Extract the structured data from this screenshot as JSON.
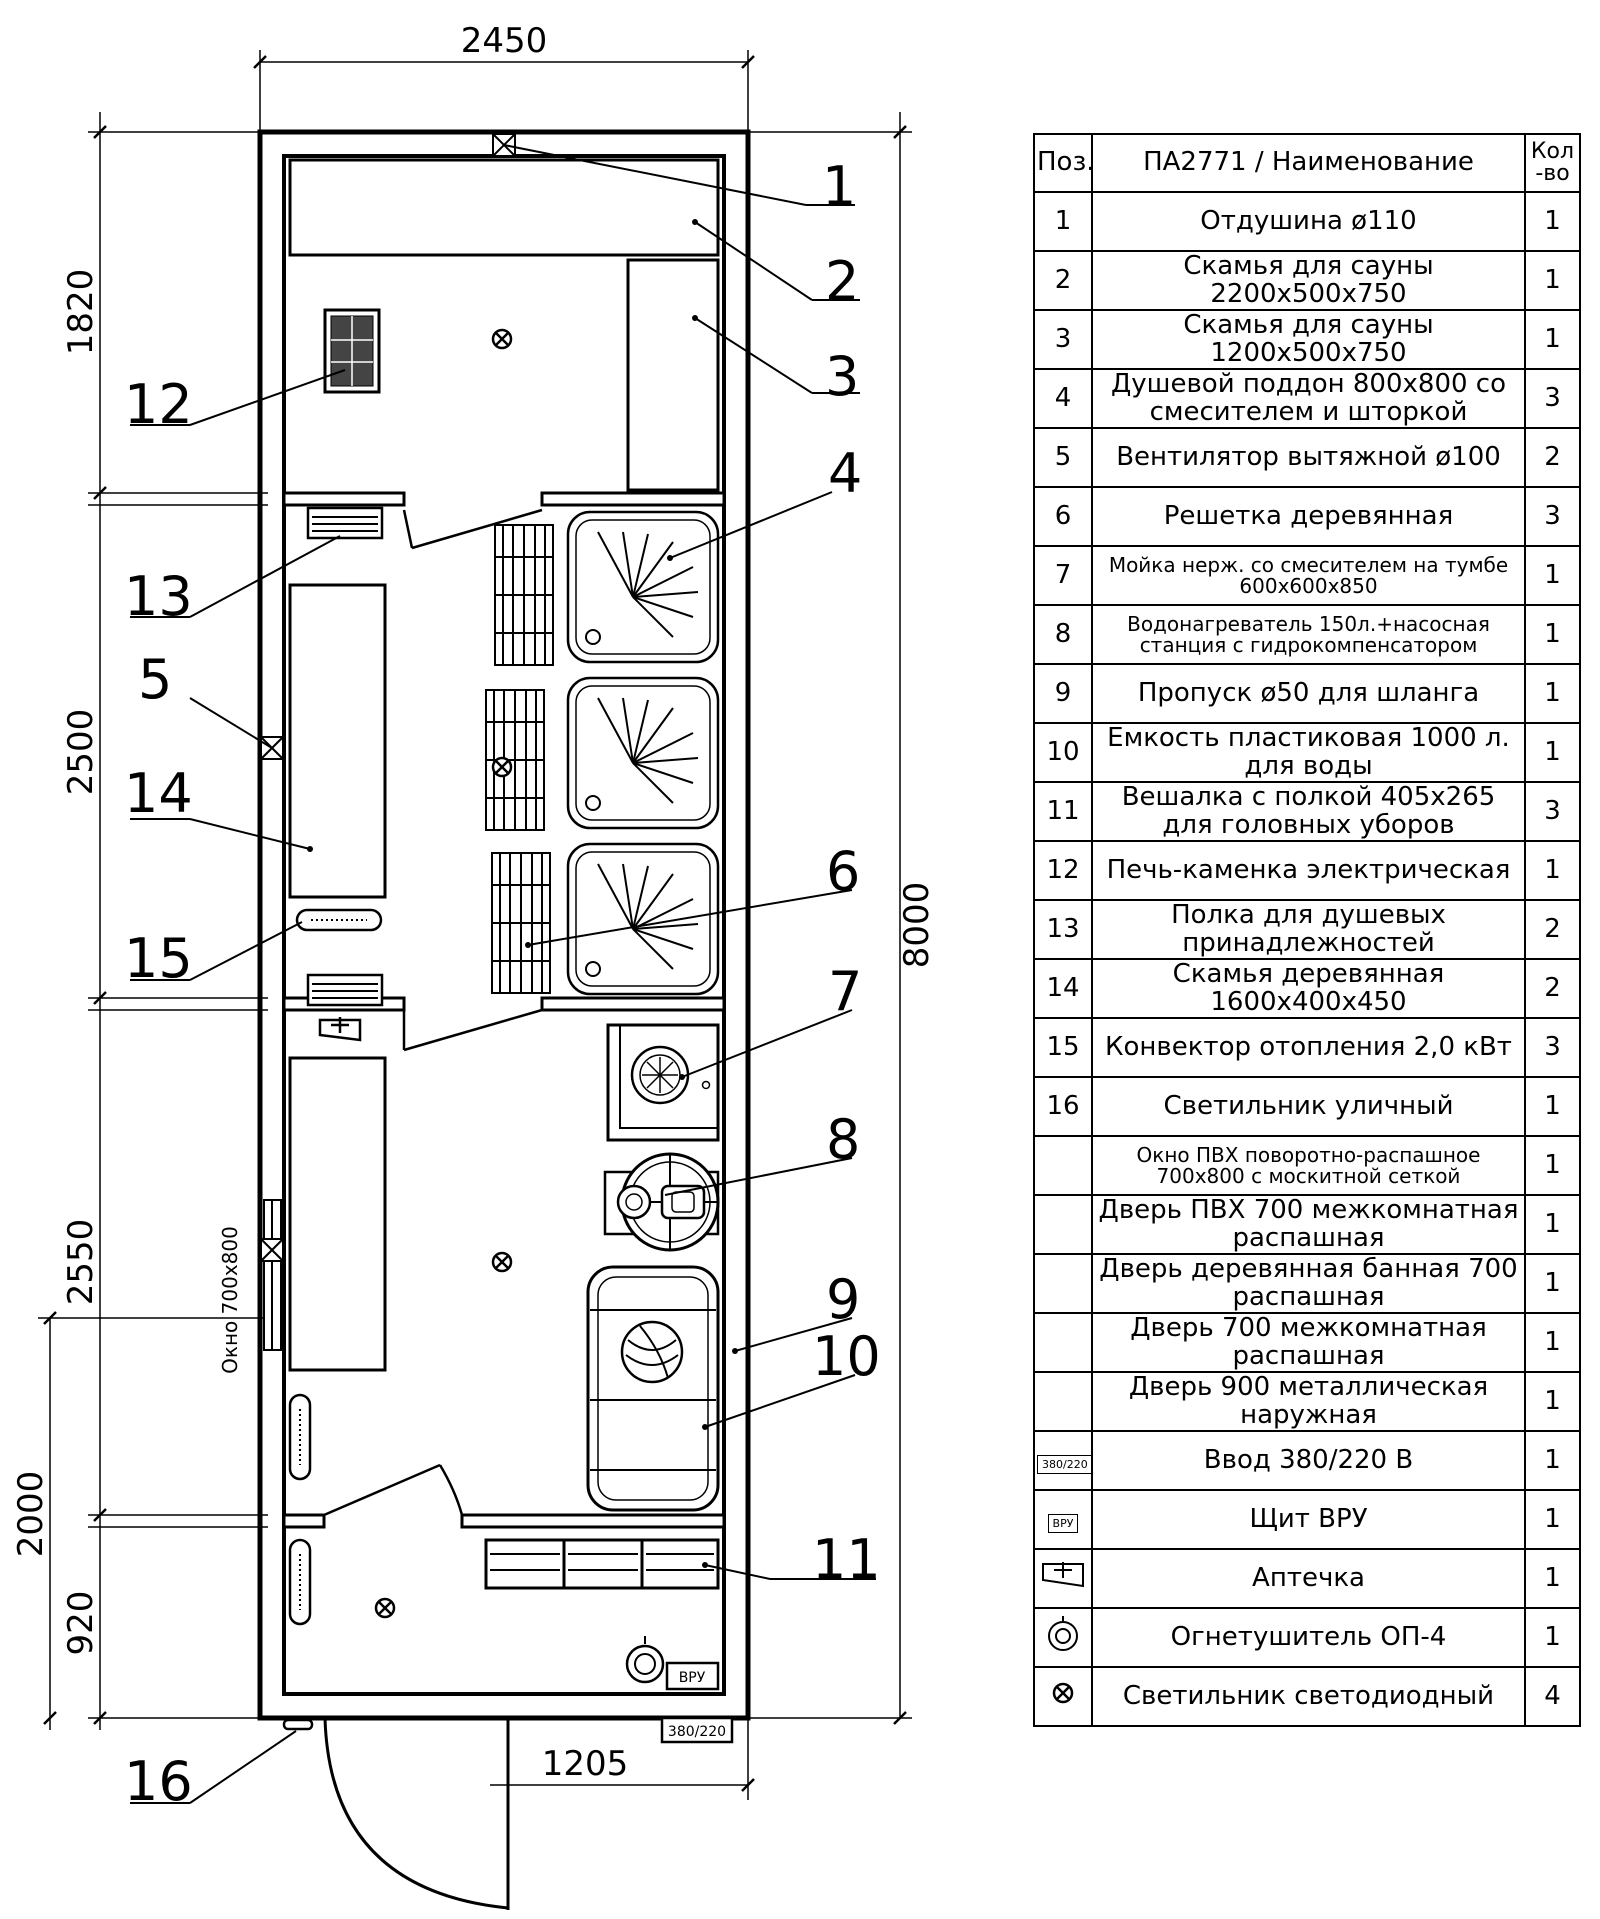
{
  "drawing": {
    "dimensions": {
      "overall_width": "2450",
      "overall_length": "8000",
      "door_offset": "1205",
      "left_segments": [
        "1820",
        "2500",
        "2550",
        "2000",
        "920"
      ]
    },
    "callouts": [
      "1",
      "2",
      "3",
      "4",
      "5",
      "6",
      "7",
      "8",
      "9",
      "10",
      "11",
      "12",
      "13",
      "14",
      "15",
      "16"
    ],
    "window_label": "Окно 700х800",
    "vru_label": "ВРУ",
    "input_label": "380/220"
  },
  "spec_table": {
    "headers": {
      "pos": "Поз.",
      "name": "ПА2771 / Наименование",
      "qty": "Кол -во"
    },
    "rows": [
      {
        "pos": "1",
        "name": "Отдушина ø110",
        "qty": "1"
      },
      {
        "pos": "2",
        "name": "Скамья для сауны 2200х500х750",
        "qty": "1"
      },
      {
        "pos": "3",
        "name": "Скамья для сауны 1200х500х750",
        "qty": "1"
      },
      {
        "pos": "4",
        "name": "Душевой поддон 800х800 со смесителем и шторкой",
        "qty": "3"
      },
      {
        "pos": "5",
        "name": "Вентилятор вытяжной ø100",
        "qty": "2"
      },
      {
        "pos": "6",
        "name": "Решетка деревянная",
        "qty": "3"
      },
      {
        "pos": "7",
        "name": "Мойка нерж. со смесителем на тумбе 600х600х850",
        "qty": "1"
      },
      {
        "pos": "8",
        "name": "Водонагреватель 150л.+насосная станция с гидрокомпенсатором",
        "qty": "1"
      },
      {
        "pos": "9",
        "name": "Пропуск ø50 для шланга",
        "qty": "1"
      },
      {
        "pos": "10",
        "name": "Емкость пластиковая 1000 л. для воды",
        "qty": "1"
      },
      {
        "pos": "11",
        "name": "Вешалка с полкой 405х265 для головных уборов",
        "qty": "3"
      },
      {
        "pos": "12",
        "name": "Печь-каменка электрическая",
        "qty": "1"
      },
      {
        "pos": "13",
        "name": "Полка для душевых принадлежностей",
        "qty": "2"
      },
      {
        "pos": "14",
        "name": "Скамья деревянная 1600х400х450",
        "qty": "2"
      },
      {
        "pos": "15",
        "name": "Конвектор отопления 2,0 кВт",
        "qty": "3"
      },
      {
        "pos": "16",
        "name": "Светильник уличный",
        "qty": "1"
      },
      {
        "pos": "",
        "name": "Окно ПВХ поворотно-распашное 700х800 с москитной сеткой",
        "qty": "1"
      },
      {
        "pos": "",
        "name": "Дверь ПВХ 700 межкомнатная распашная",
        "qty": "1"
      },
      {
        "pos": "",
        "name": "Дверь деревянная банная 700 распашная",
        "qty": "1"
      },
      {
        "pos": "",
        "name": "Дверь 700 межкомнатная распашная",
        "qty": "1"
      },
      {
        "pos": "",
        "name": "Дверь 900 металлическая наружная",
        "qty": "1"
      },
      {
        "pos_symbol": "380/220",
        "name": "Ввод 380/220 В",
        "qty": "1"
      },
      {
        "pos_symbol": "ВРУ",
        "name": "Щит ВРУ",
        "qty": "1"
      },
      {
        "pos_symbol": "first-aid-icon",
        "name": "Аптечка",
        "qty": "1"
      },
      {
        "pos_symbol": "extinguisher-icon",
        "name": "Огнетушитель ОП-4",
        "qty": "1"
      },
      {
        "pos_symbol": "led-lamp-icon",
        "name": "Светильник светодиодный",
        "qty": "4"
      }
    ]
  }
}
